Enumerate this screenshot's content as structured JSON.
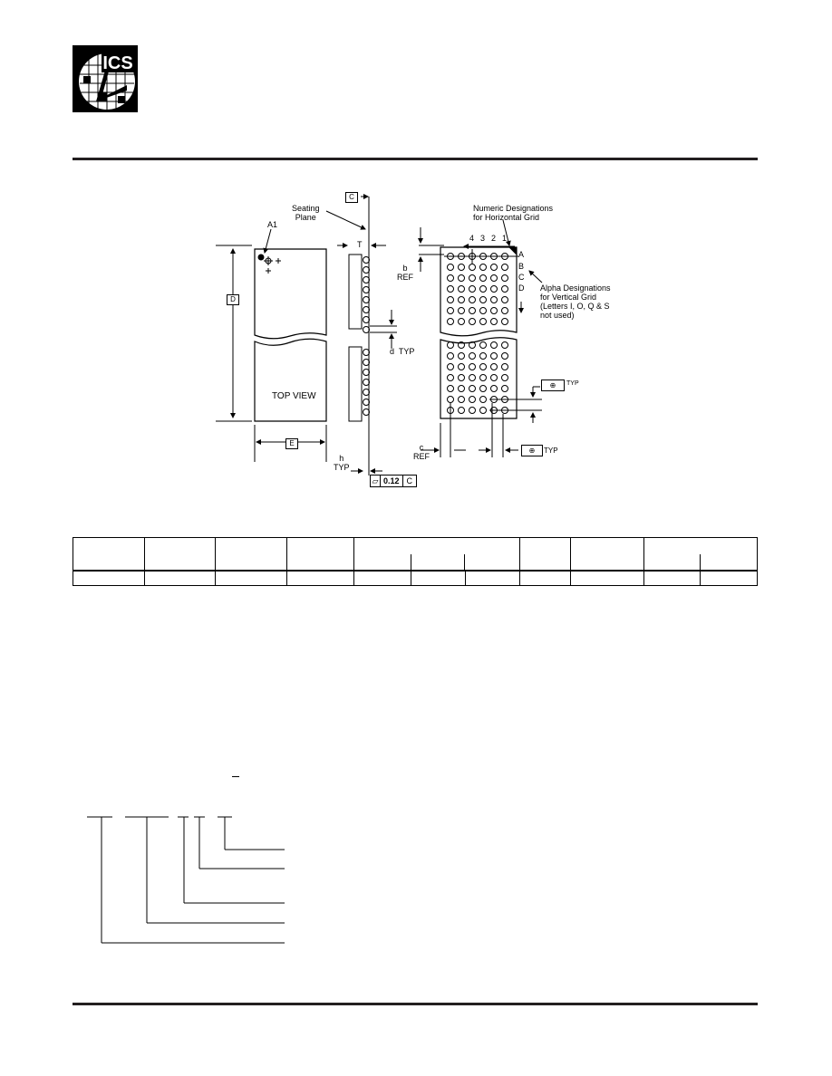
{
  "logo": {
    "text": "ICS"
  },
  "drawing": {
    "seating_plane": "Seating\nPlane",
    "datum_c": "C",
    "pin_a1": "A1",
    "dim_D": "D",
    "dim_E": "E",
    "dim_T": "T",
    "top_view": "TOP VIEW",
    "b_ref": "b\nREF",
    "d_typ": "d  TYP",
    "h_typ": "h\nTYP",
    "c_ref": "c\nREF",
    "flatness": "0.12",
    "flatness_datum": "C",
    "numeric_note": "Numeric Designations\nfor Horizontal Grid",
    "col_numbers": [
      "4",
      "3",
      "2",
      "1"
    ],
    "row_letters": [
      "A",
      "B",
      "C",
      "D"
    ],
    "alpha_note": "Alpha Designations\nfor Vertical Grid\n(Letters I, O, Q & S\nnot used)",
    "typ_right": "TYP",
    "typ_bottom": "TYP"
  },
  "colors": {
    "ink": "#000000",
    "rule": "#231f20"
  }
}
